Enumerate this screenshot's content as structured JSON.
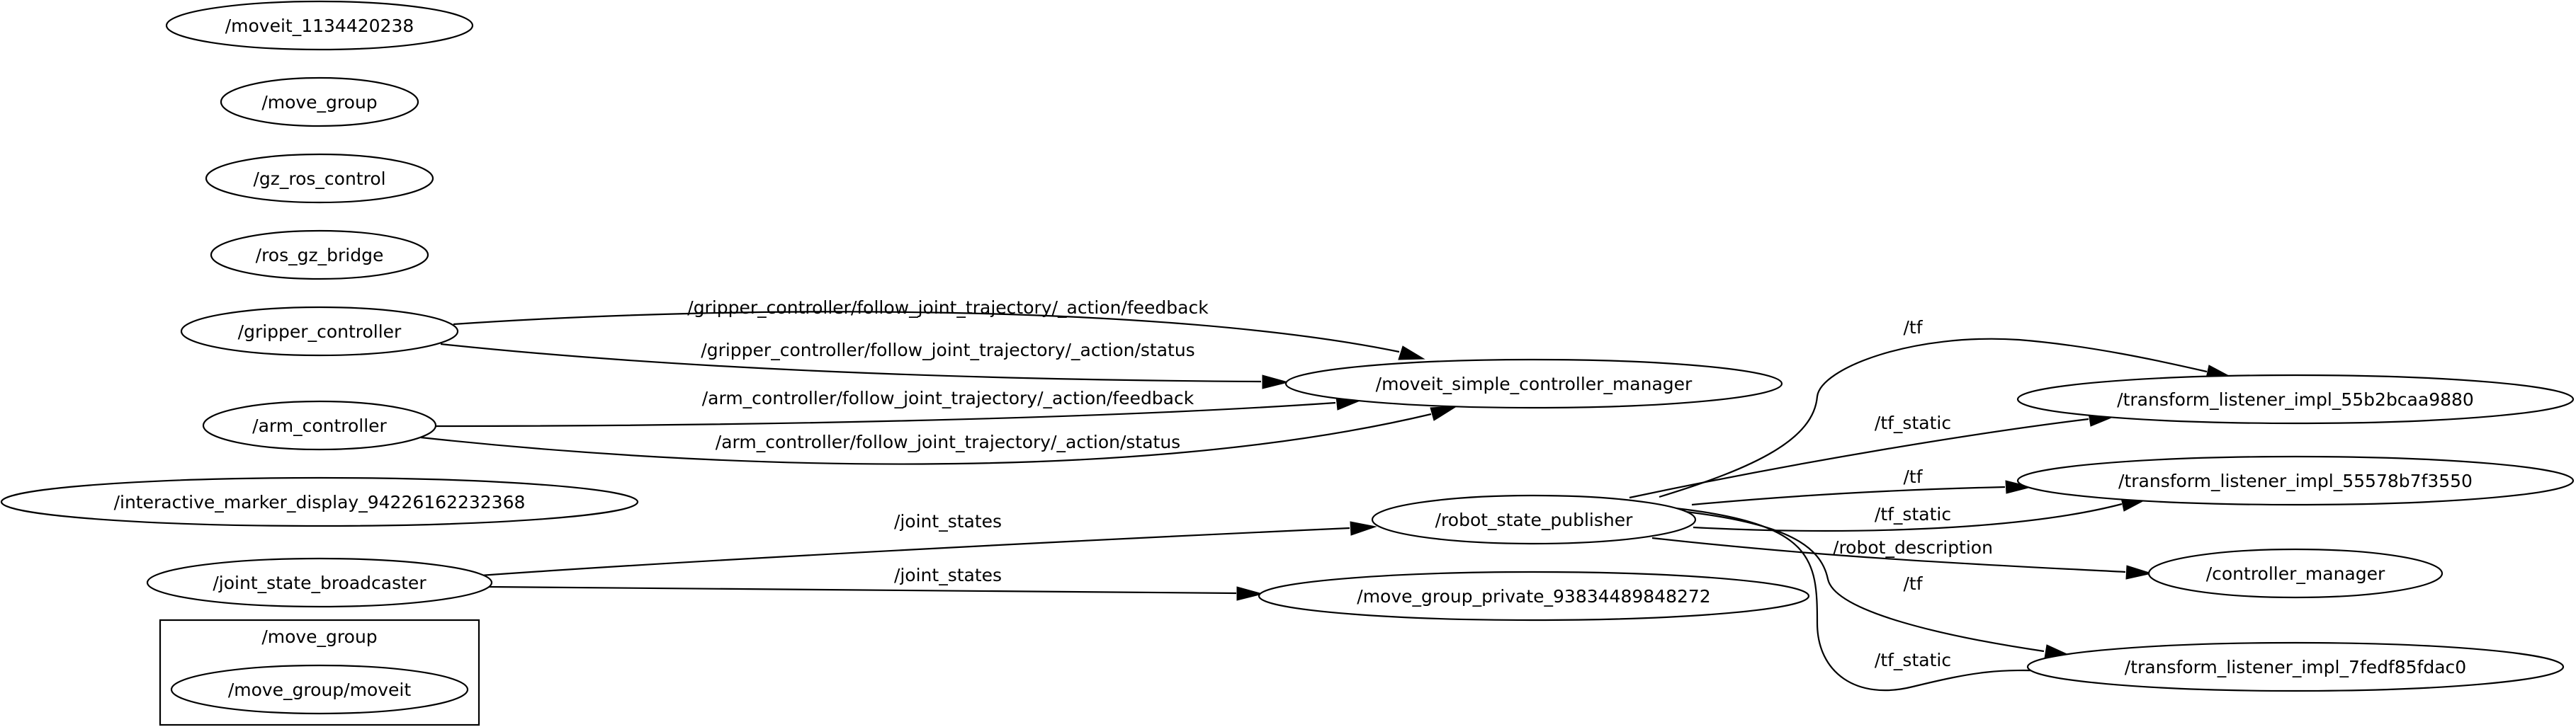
{
  "graph": {
    "nodes": [
      {
        "id": "moveit_1134420238",
        "label": "/moveit_1134420238"
      },
      {
        "id": "move_group",
        "label": "/move_group"
      },
      {
        "id": "gz_ros_control",
        "label": "/gz_ros_control"
      },
      {
        "id": "ros_gz_bridge",
        "label": "/ros_gz_bridge"
      },
      {
        "id": "gripper_controller",
        "label": "/gripper_controller"
      },
      {
        "id": "arm_controller",
        "label": "/arm_controller"
      },
      {
        "id": "interactive_marker_display",
        "label": "/interactive_marker_display_94226162232368"
      },
      {
        "id": "joint_state_broadcaster",
        "label": "/joint_state_broadcaster"
      },
      {
        "id": "move_group_moveit",
        "label": "/move_group/moveit"
      },
      {
        "id": "moveit_simple_controller_manager",
        "label": "/moveit_simple_controller_manager"
      },
      {
        "id": "robot_state_publisher",
        "label": "/robot_state_publisher"
      },
      {
        "id": "move_group_private",
        "label": "/move_group_private_93834489848272"
      },
      {
        "id": "tl_55b2bcaa9880",
        "label": "/transform_listener_impl_55b2bcaa9880"
      },
      {
        "id": "tl_55578b7f3550",
        "label": "/transform_listener_impl_55578b7f3550"
      },
      {
        "id": "controller_manager",
        "label": "/controller_manager"
      },
      {
        "id": "tl_7fedf85fdac0",
        "label": "/transform_listener_impl_7fedf85fdac0"
      }
    ],
    "clusters": [
      {
        "id": "cluster_move_group",
        "label": "/move_group",
        "contains": [
          "move_group_moveit"
        ]
      }
    ],
    "edges": [
      {
        "id": "e1",
        "from": "gripper_controller",
        "to": "moveit_simple_controller_manager",
        "label": "/gripper_controller/follow_joint_trajectory/_action/feedback"
      },
      {
        "id": "e2",
        "from": "gripper_controller",
        "to": "moveit_simple_controller_manager",
        "label": "/gripper_controller/follow_joint_trajectory/_action/status"
      },
      {
        "id": "e3",
        "from": "arm_controller",
        "to": "moveit_simple_controller_manager",
        "label": "/arm_controller/follow_joint_trajectory/_action/feedback"
      },
      {
        "id": "e4",
        "from": "arm_controller",
        "to": "moveit_simple_controller_manager",
        "label": "/arm_controller/follow_joint_trajectory/_action/status"
      },
      {
        "id": "e5",
        "from": "joint_state_broadcaster",
        "to": "robot_state_publisher",
        "label": "/joint_states"
      },
      {
        "id": "e6",
        "from": "joint_state_broadcaster",
        "to": "move_group_private",
        "label": "/joint_states"
      },
      {
        "id": "e7",
        "from": "robot_state_publisher",
        "to": "tl_55b2bcaa9880",
        "label": "/tf"
      },
      {
        "id": "e8",
        "from": "robot_state_publisher",
        "to": "tl_55b2bcaa9880",
        "label": "/tf_static"
      },
      {
        "id": "e9",
        "from": "robot_state_publisher",
        "to": "tl_55578b7f3550",
        "label": "/tf"
      },
      {
        "id": "e10",
        "from": "robot_state_publisher",
        "to": "tl_55578b7f3550",
        "label": "/tf_static"
      },
      {
        "id": "e11",
        "from": "robot_state_publisher",
        "to": "controller_manager",
        "label": "/robot_description"
      },
      {
        "id": "e12",
        "from": "robot_state_publisher",
        "to": "tl_7fedf85fdac0",
        "label": "/tf"
      },
      {
        "id": "e13",
        "from": "robot_state_publisher",
        "to": "tl_7fedf85fdac0",
        "label": "/tf_static"
      }
    ]
  }
}
